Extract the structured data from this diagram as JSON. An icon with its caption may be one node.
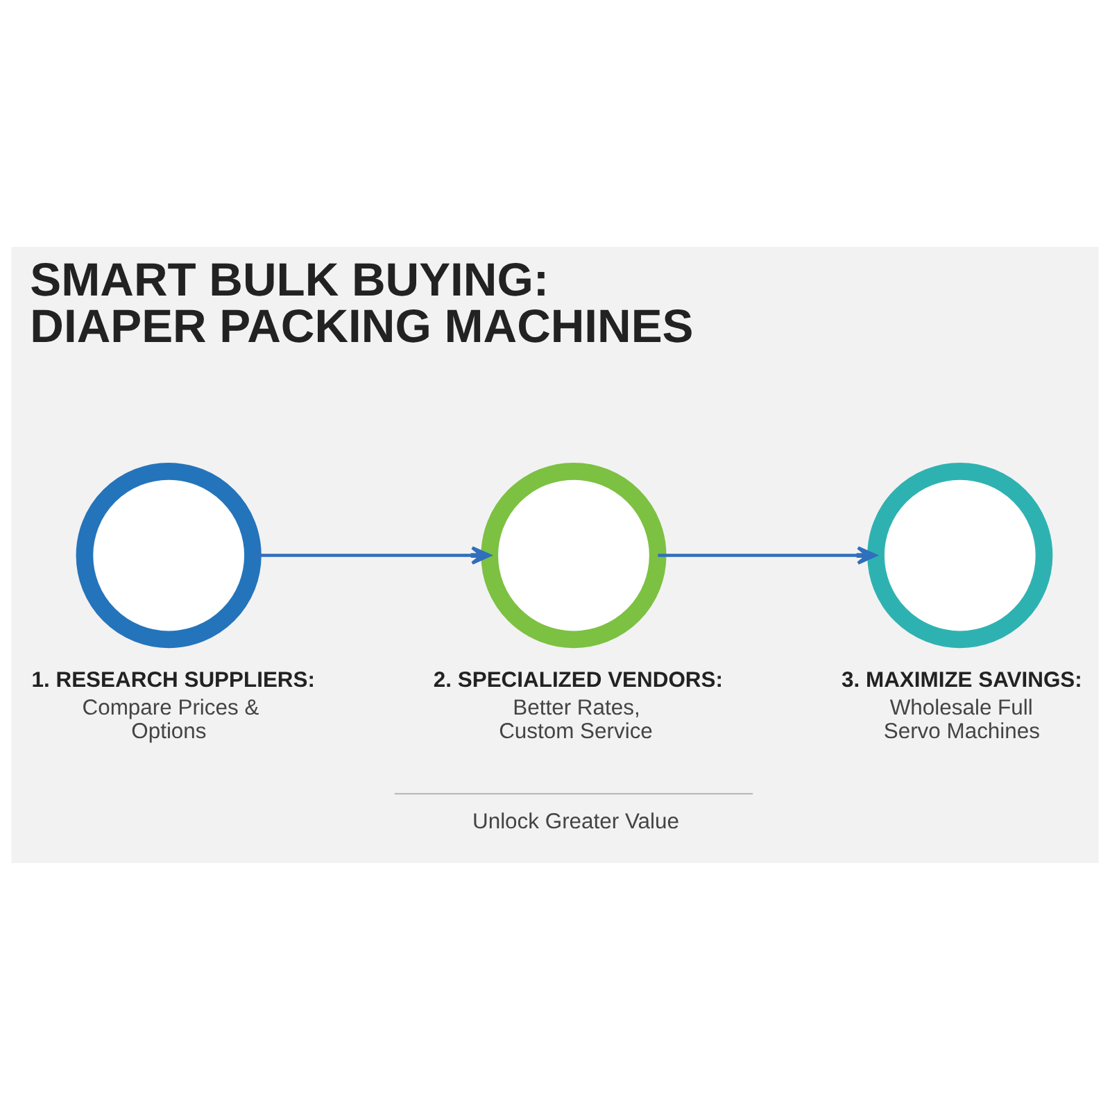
{
  "diagram": {
    "title": "SMART BULK BUYING: DIAPER PACKING MACHINES",
    "nodes": [
      {
        "text": [
          "1. RESEARCH SUPPLIERS:",
          "Compare Prices & Options"
        ]
      },
      {
        "text": [
          "2. SPECIALIZED VENDORS:",
          "Better Rates, Custom Service"
        ]
      },
      {
        "text": [
          "3. MAXIMIZE SAVINGS:",
          "Wholesale Full Servo Machines"
        ]
      }
    ],
    "edges": [
      {
        "from": 0,
        "to": 1,
        "arrow": "to"
      },
      {
        "from": 1,
        "to": 2,
        "arrow": "to"
      }
    ],
    "labels": [
      "Unlock Greater Value"
    ]
  }
}
